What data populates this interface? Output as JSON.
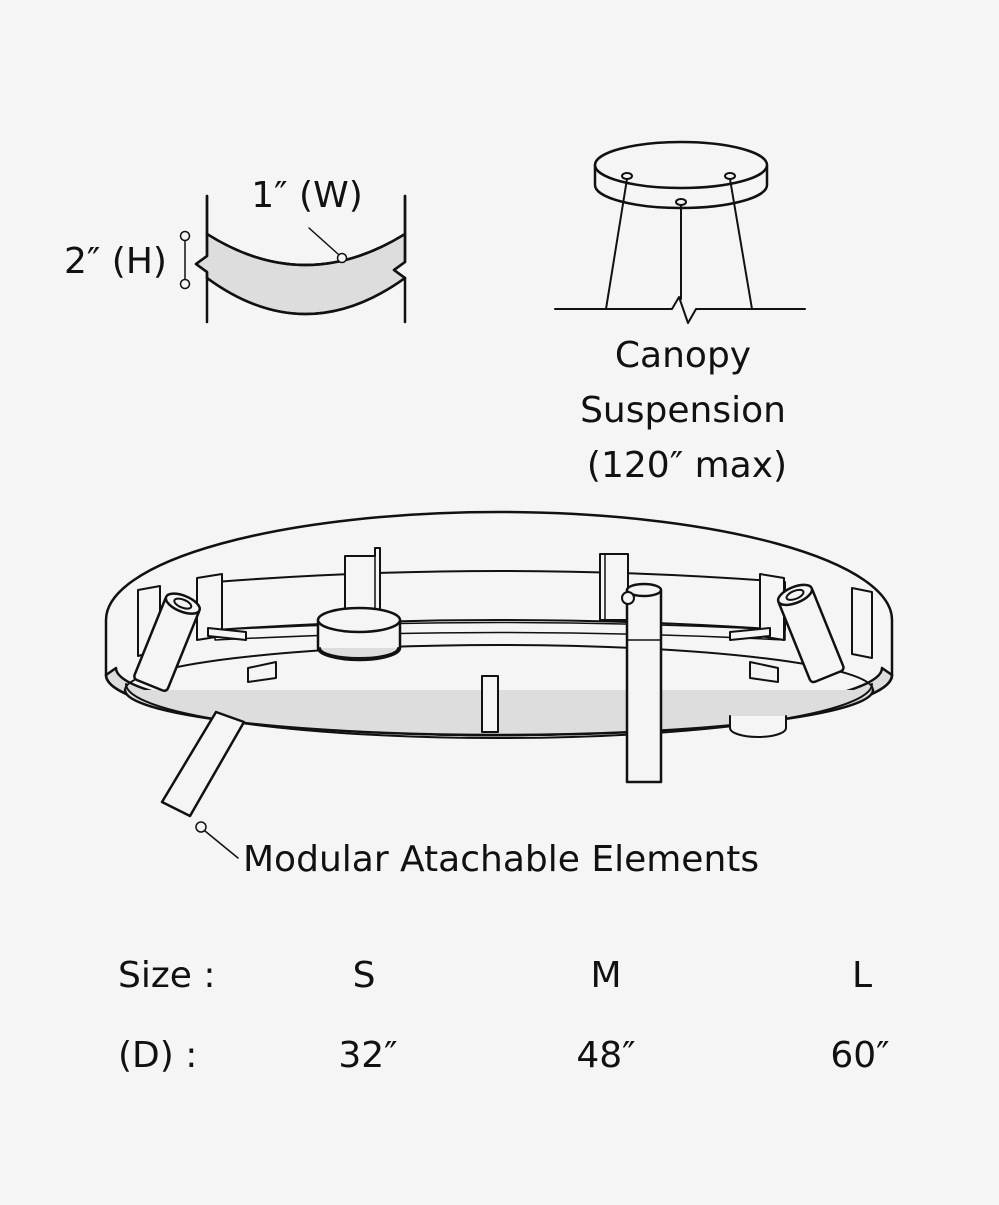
{
  "profile": {
    "width_label": "1″ (W)",
    "height_label": "2″ (H)"
  },
  "canopy": {
    "line1": "Canopy",
    "line2": "Suspension",
    "line3": "(120″ max)"
  },
  "fixture": {
    "callout": "Modular Atachable Elements"
  },
  "sizes": {
    "size_label": "Size :",
    "diameter_label": "(D) :",
    "columns": [
      {
        "size": "S",
        "diameter": "32″"
      },
      {
        "size": "M",
        "diameter": "48″"
      },
      {
        "size": "L",
        "diameter": "60″"
      }
    ]
  },
  "colors": {
    "stroke": "#111111",
    "fill_light": "#ffffff",
    "fill_gray": "#dddddd",
    "background": "#f5f5f5"
  }
}
